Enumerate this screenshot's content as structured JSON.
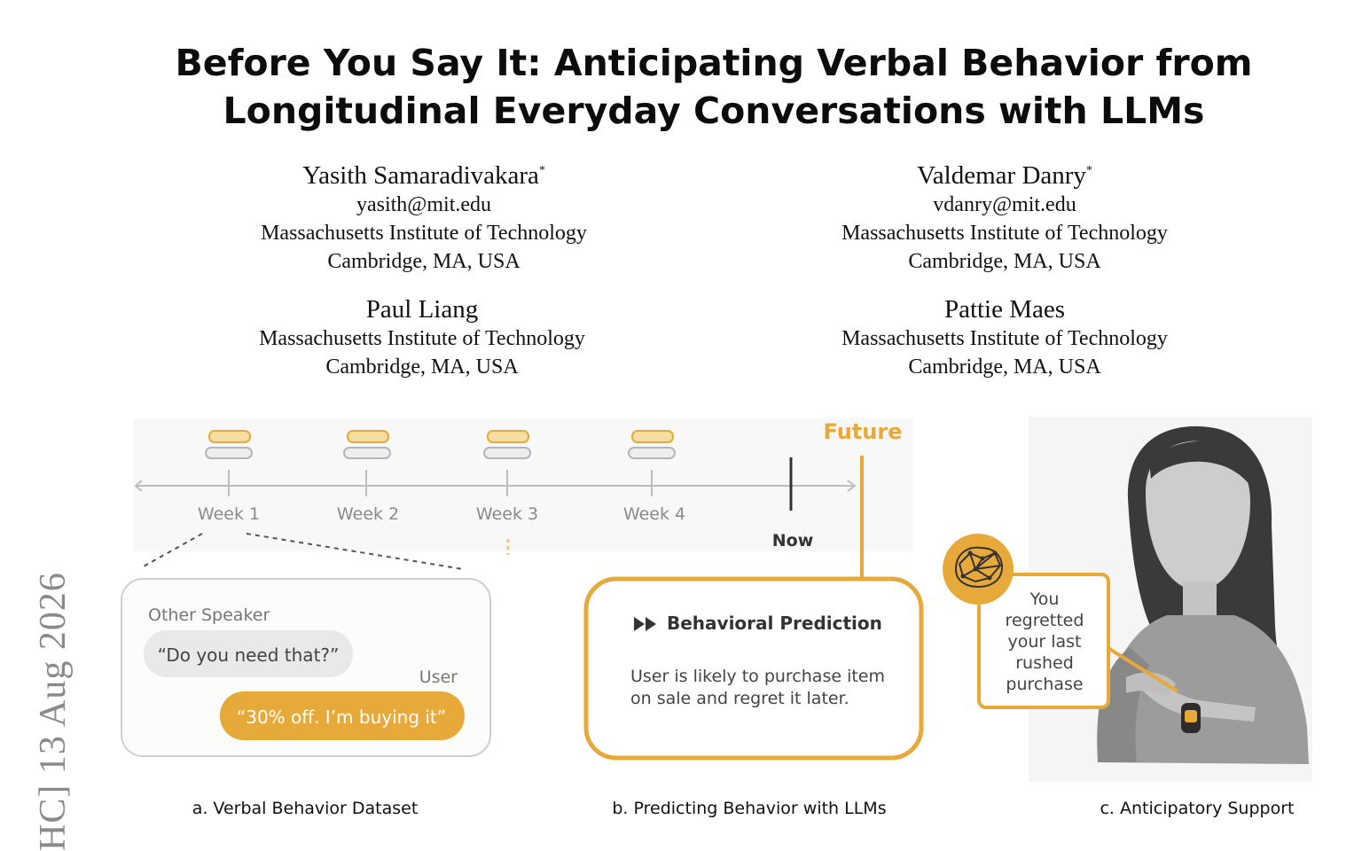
{
  "arxiv_stamp": "HC] 13 Aug 2026",
  "title": {
    "line1": "Before You Say It: Anticipating Verbal Behavior from",
    "line2": "Longitudinal Everyday Conversations with LLMs"
  },
  "authors": [
    {
      "name": "Yasith Samaradivakara",
      "mark": "*",
      "email": "yasith@mit.edu",
      "affiliation": "Massachusetts Institute of Technology",
      "location": "Cambridge, MA, USA"
    },
    {
      "name": "Valdemar Danry",
      "mark": "*",
      "email": "vdanry@mit.edu",
      "affiliation": "Massachusetts Institute of Technology",
      "location": "Cambridge, MA, USA"
    },
    {
      "name": "Paul Liang",
      "affiliation": "Massachusetts Institute of Technology",
      "location": "Cambridge, MA, USA"
    },
    {
      "name": "Pattie Maes",
      "affiliation": "Massachusetts Institute of Technology",
      "location": "Cambridge, MA, USA"
    }
  ],
  "figure": {
    "colors": {
      "accent": "#E8A93B",
      "accent_light": "#F6DDA4",
      "grey_line": "#BDBDBD",
      "card_border": "#CFCFCF",
      "text_grey": "#777777"
    },
    "timeline": {
      "weeks": [
        "Week 1",
        "Week 2",
        "Week 3",
        "Week 4"
      ],
      "now_label": "Now",
      "future_label": "Future"
    },
    "panel_a": {
      "other_speaker_label": "Other Speaker",
      "other_quote": "“Do you need that?”",
      "user_label": "User",
      "user_quote": "“30% off. I’m buying it”",
      "caption": "a. Verbal Behavior Dataset"
    },
    "panel_b": {
      "icon": "fast-forward-icon",
      "heading": "Behavioral Prediction",
      "body_line1": "User is likely to purchase item",
      "body_line2": "on sale and regret it later.",
      "caption": "b. Predicting Behavior with LLMs"
    },
    "panel_c": {
      "icon": "brain-network-icon",
      "callout_lines": [
        "You",
        "regretted",
        "your last",
        "rushed",
        "purchase"
      ],
      "caption": "c. Anticipatory Support"
    }
  }
}
